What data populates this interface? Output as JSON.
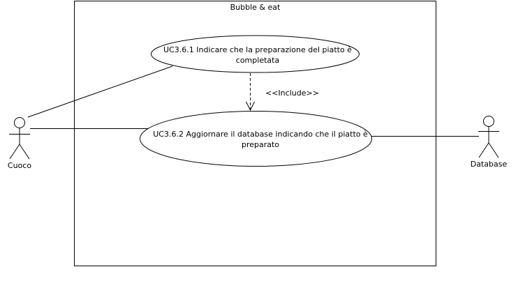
{
  "system": {
    "title": "Bubble & eat"
  },
  "actors": {
    "cook": {
      "label": "Cuoco"
    },
    "database": {
      "label": "Database"
    }
  },
  "use_cases": {
    "uc_361": {
      "label": "UC3.6.1 Indicare che la preparazione del piatto è completata"
    },
    "uc_362": {
      "label": "UC3.6.2 Aggiornare il database indicando che il piatto è preparato"
    }
  },
  "relations": {
    "include_label": "<<Include>>"
  }
}
